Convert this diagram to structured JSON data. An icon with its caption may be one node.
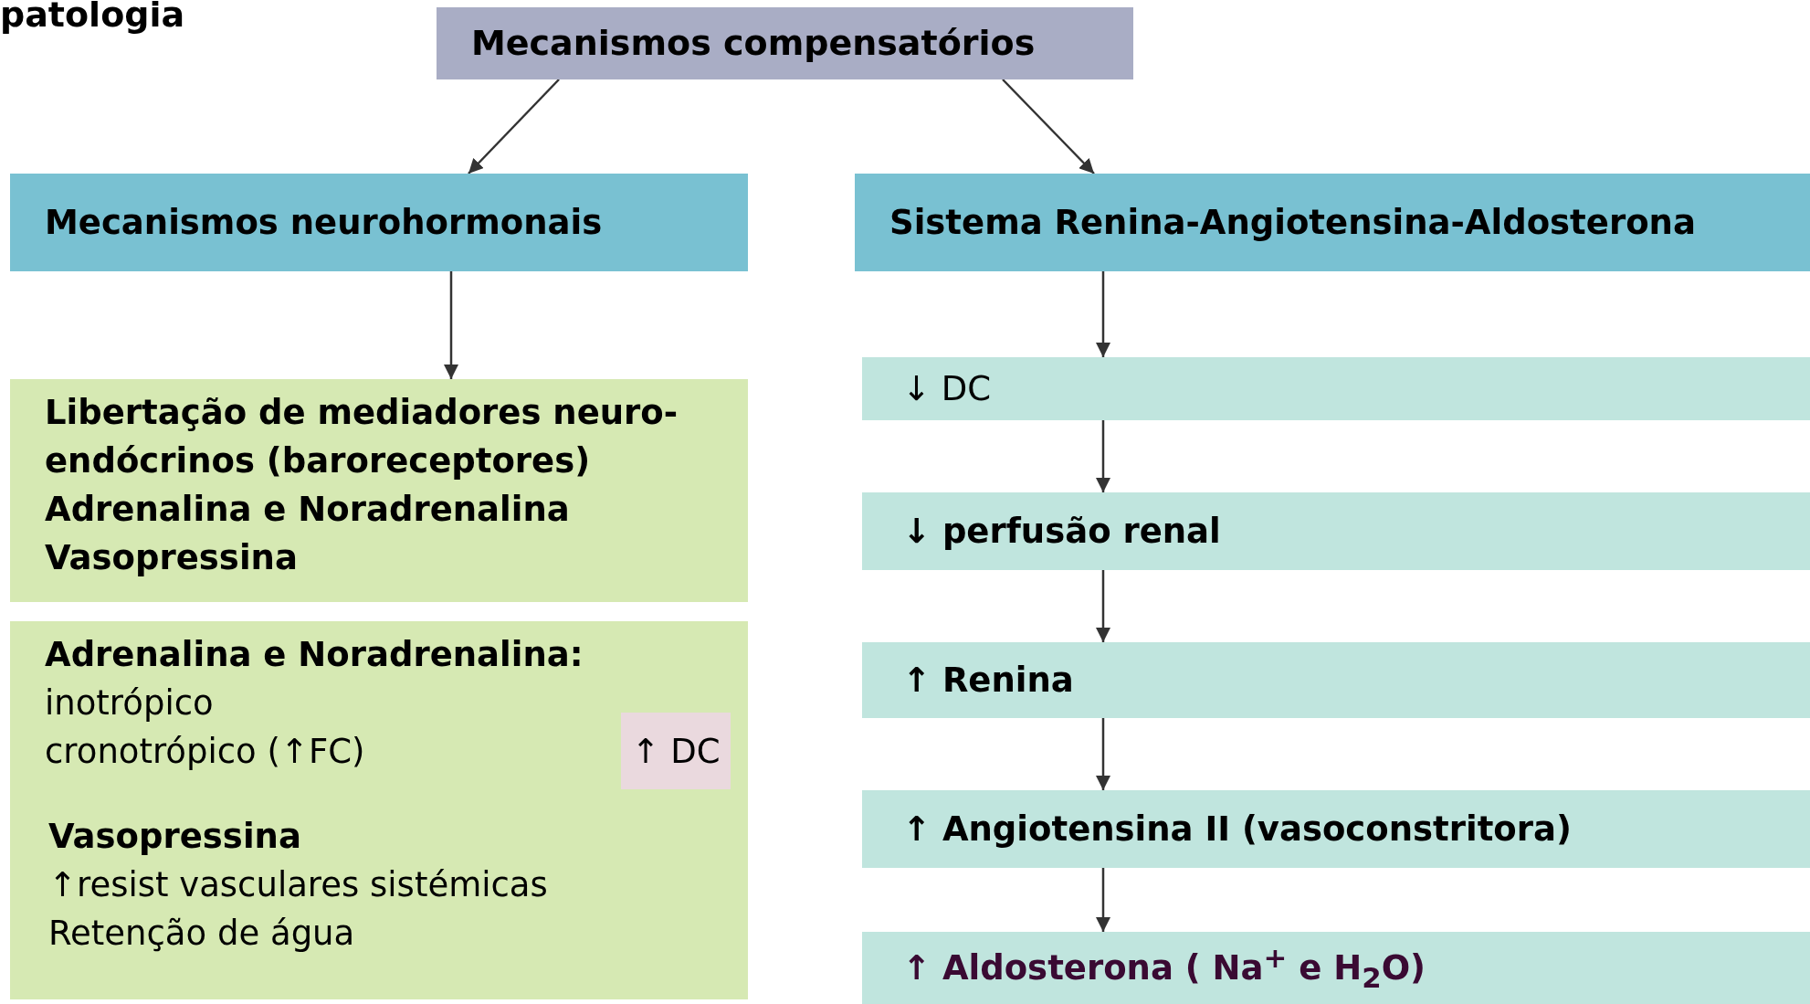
{
  "diagram": {
    "title": "patologia",
    "nodes": [
      {
        "text": [
          "Mecanismos compensatórios"
        ]
      },
      {
        "text": [
          "Mecanismos neurohormonais"
        ]
      },
      {
        "text": [
          "Sistema Renina-Angiotensina-Aldosterona"
        ]
      },
      {
        "text": [
          "Libertação de mediadores neuro-endócrinos (baroreceptores)",
          "Adrenalina e Noradrenalina",
          "Vasopressina"
        ]
      },
      {
        "text": [
          "Adrenalina e Noradrenalina:",
          "inotrópico",
          "cronotrópico (↑FC)",
          "Vasopressina",
          "↑resist vasculares sistémicas",
          "Retenção de água"
        ]
      },
      {
        "text": [
          "↑ DC"
        ],
        "in": 4
      },
      {
        "text": [
          "↓ DC"
        ]
      },
      {
        "text": [
          "↓ perfusão renal"
        ]
      },
      {
        "text": [
          "↑ Renina"
        ]
      },
      {
        "text": [
          "↑ Angiotensina II (vasoconstritora)"
        ]
      },
      {
        "text": [
          "↑ Aldosterona ( Na$^{+}$ e H$_{2}$O)"
        ]
      }
    ],
    "edges": [
      {
        "from": 0,
        "to": 1,
        "arrow": "to"
      },
      {
        "from": 0,
        "to": 2,
        "arrow": "to"
      },
      {
        "from": 1,
        "to": 3,
        "arrow": "to"
      },
      {
        "from": 2,
        "to": 6,
        "arrow": "to"
      },
      {
        "from": 6,
        "to": 7,
        "arrow": "to"
      },
      {
        "from": 7,
        "to": 8,
        "arrow": "to"
      },
      {
        "from": 8,
        "to": 9,
        "arrow": "to"
      },
      {
        "from": 9,
        "to": 10,
        "arrow": "to"
      }
    ]
  }
}
